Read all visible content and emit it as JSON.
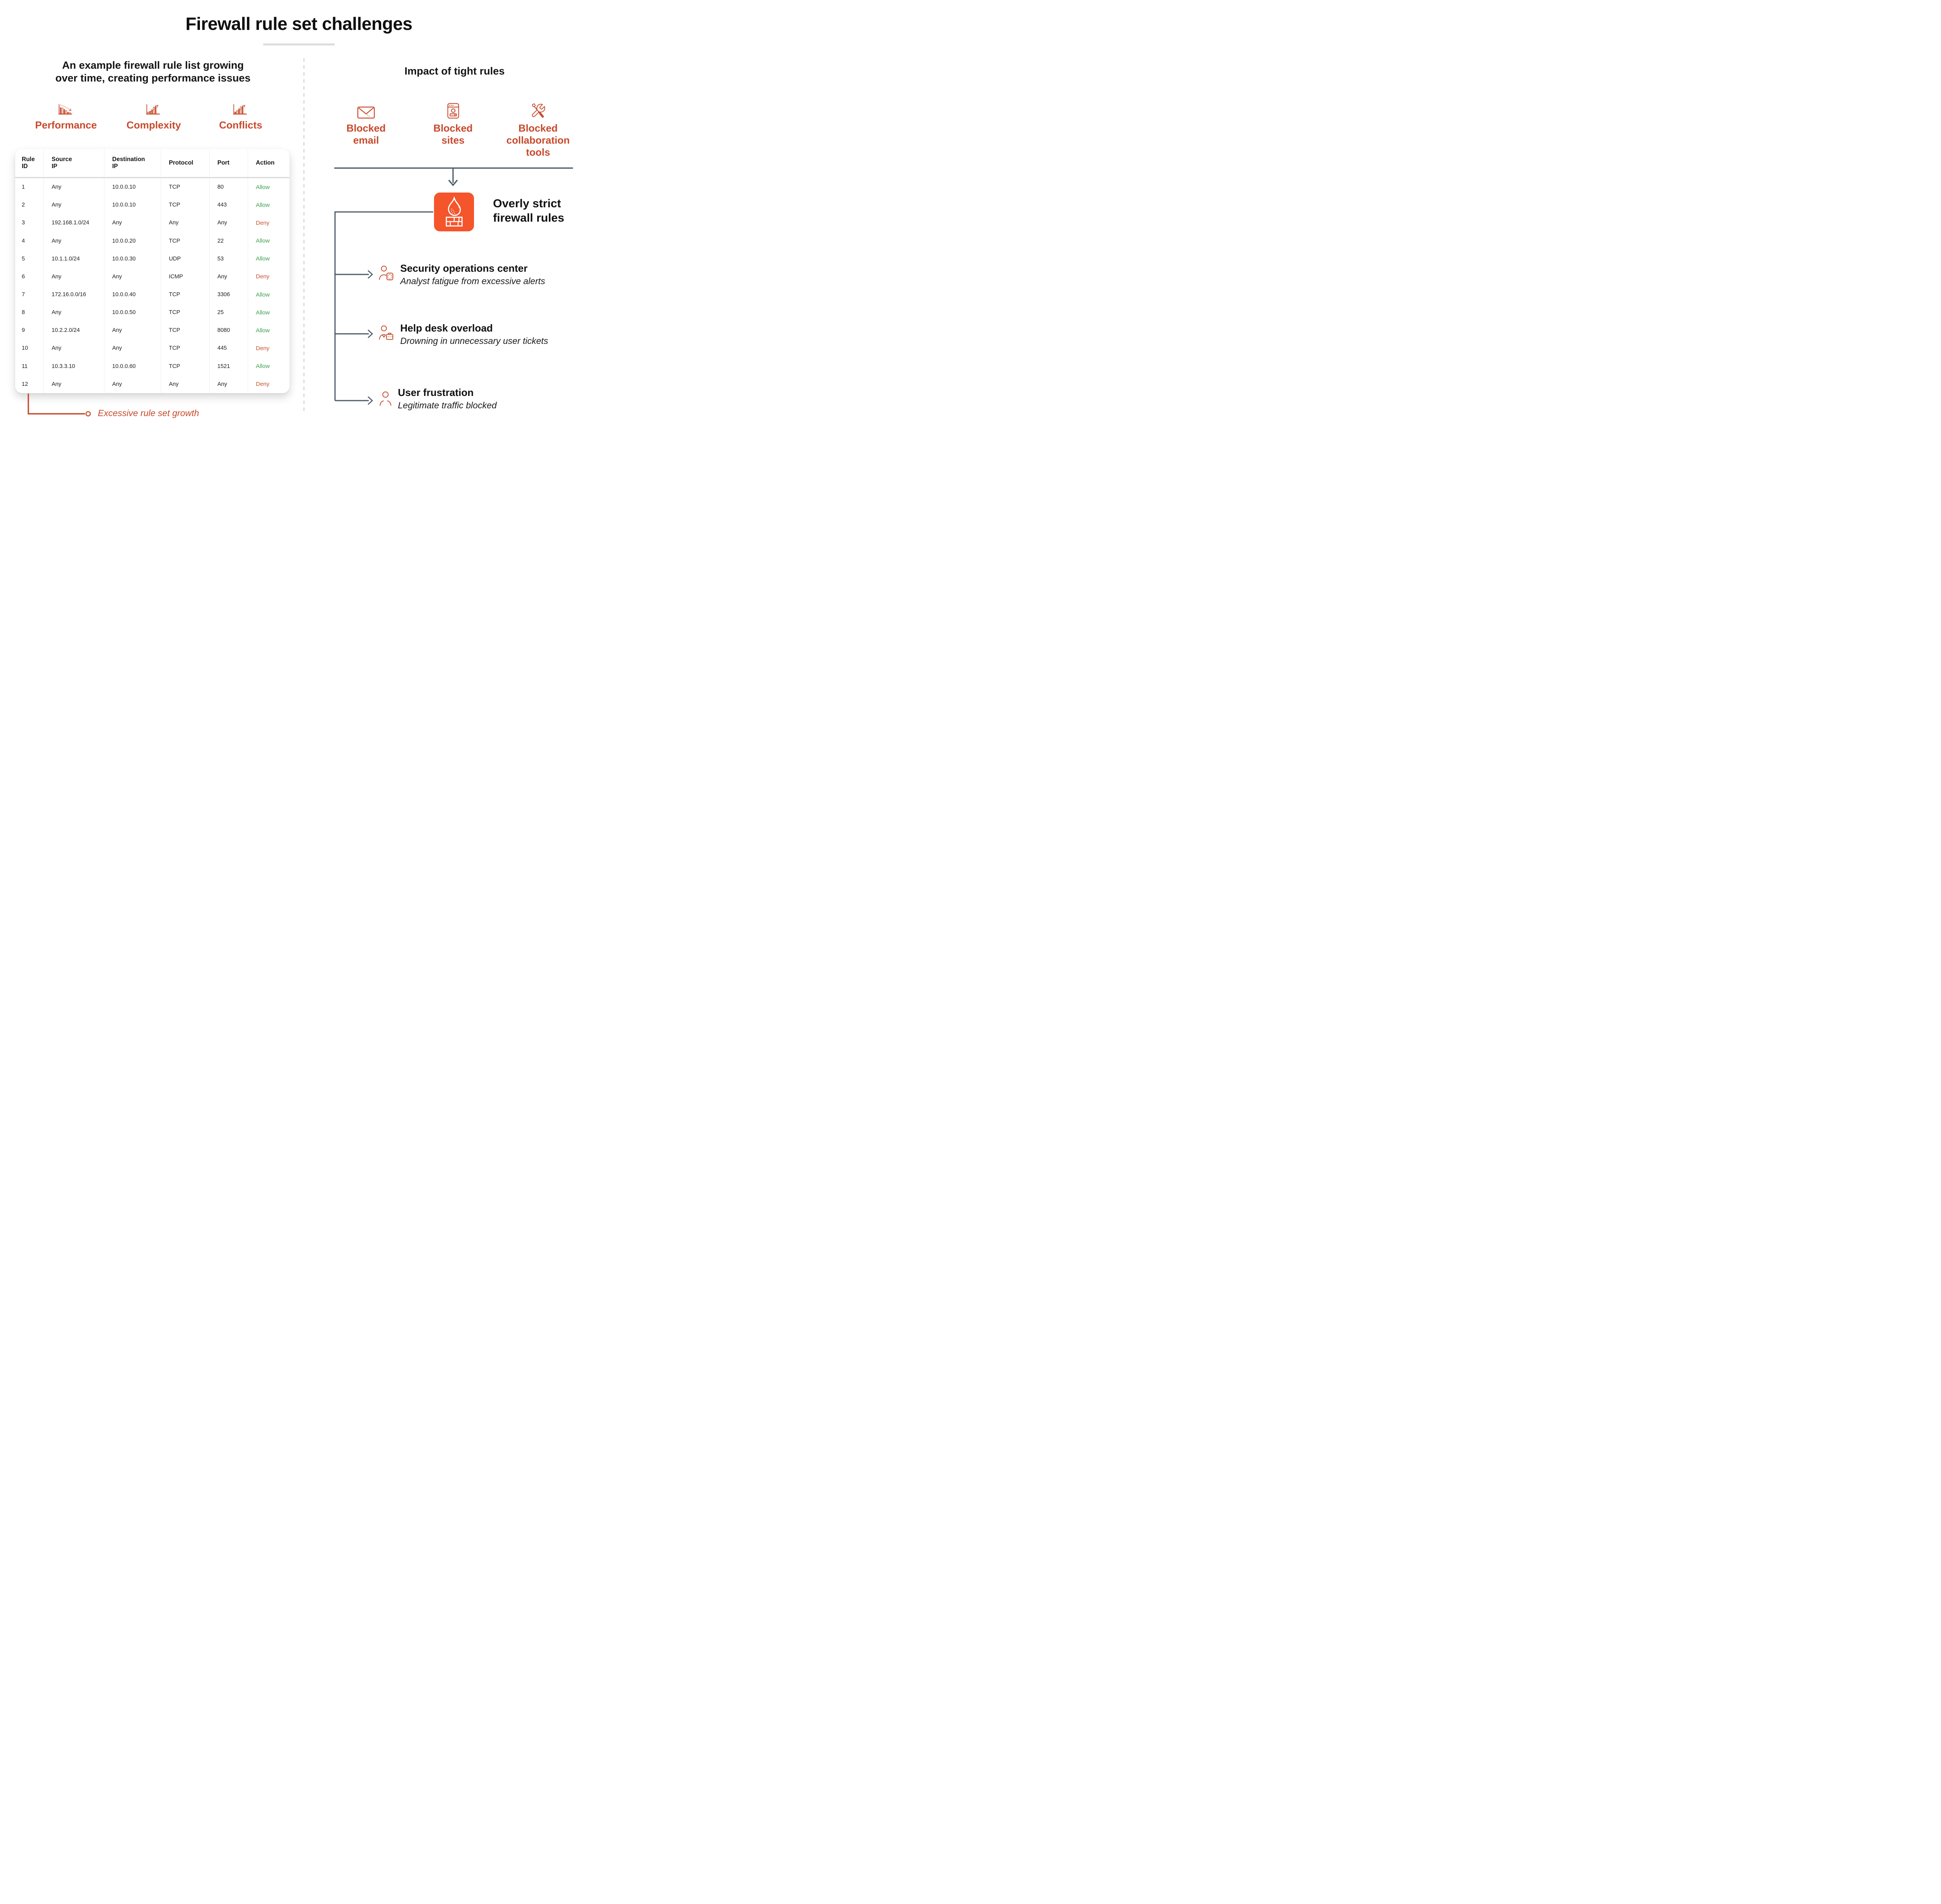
{
  "title": "Firewall rule set challenges",
  "left_panel": {
    "subtitle": "An example firewall rule list growing over time, creating performance issues",
    "metrics": [
      {
        "label": "Performance",
        "icon": "declining-bar-chart-icon"
      },
      {
        "label": "Complexity",
        "icon": "rising-bar-chart-icon"
      },
      {
        "label": "Conflicts",
        "icon": "rising-bar-chart-icon"
      }
    ],
    "table": {
      "columns": [
        {
          "lines": [
            "Rule",
            "ID"
          ]
        },
        {
          "lines": [
            "Source",
            "IP"
          ]
        },
        {
          "lines": [
            "Destination",
            "IP"
          ]
        },
        {
          "lines": [
            "Protocol"
          ]
        },
        {
          "lines": [
            "Port"
          ]
        },
        {
          "lines": [
            "Action"
          ]
        }
      ],
      "rows": [
        {
          "id": "1",
          "source": "Any",
          "destination": "10.0.0.10",
          "protocol": "TCP",
          "port": "80",
          "action": "Allow"
        },
        {
          "id": "2",
          "source": "Any",
          "destination": "10.0.0.10",
          "protocol": "TCP",
          "port": "443",
          "action": "Allow"
        },
        {
          "id": "3",
          "source": "192.168.1.0/24",
          "destination": "Any",
          "protocol": "Any",
          "port": "Any",
          "action": "Deny"
        },
        {
          "id": "4",
          "source": "Any",
          "destination": "10.0.0.20",
          "protocol": "TCP",
          "port": "22",
          "action": "Allow"
        },
        {
          "id": "5",
          "source": "10.1.1.0/24",
          "destination": "10.0.0.30",
          "protocol": "UDP",
          "port": "53",
          "action": "Allow"
        },
        {
          "id": "6",
          "source": "Any",
          "destination": "Any",
          "protocol": "ICMP",
          "port": "Any",
          "action": "Deny"
        },
        {
          "id": "7",
          "source": "172.16.0.0/16",
          "destination": "10.0.0.40",
          "protocol": "TCP",
          "port": "3306",
          "action": "Allow"
        },
        {
          "id": "8",
          "source": "Any",
          "destination": "10.0.0.50",
          "protocol": "TCP",
          "port": "25",
          "action": "Allow"
        },
        {
          "id": "9",
          "source": "10.2.2.0/24",
          "destination": "Any",
          "protocol": "TCP",
          "port": "8080",
          "action": "Allow"
        },
        {
          "id": "10",
          "source": "Any",
          "destination": "Any",
          "protocol": "TCP",
          "port": "445",
          "action": "Deny"
        },
        {
          "id": "11",
          "source": "10.3.3.10",
          "destination": "10.0.0.60",
          "protocol": "TCP",
          "port": "1521",
          "action": "Allow"
        },
        {
          "id": "12",
          "source": "Any",
          "destination": "Any",
          "protocol": "Any",
          "port": "Any",
          "action": "Deny"
        }
      ]
    },
    "callout": "Excessive rule set growth"
  },
  "right_panel": {
    "header": "Impact of tight rules",
    "blocked_items": [
      {
        "lines": [
          "Blocked",
          "email"
        ],
        "icon": "email-icon"
      },
      {
        "lines": [
          "Blocked",
          "sites"
        ],
        "icon": "browser-icon"
      },
      {
        "lines": [
          "Blocked",
          "collaboration",
          "tools"
        ],
        "icon": "crossed-tools-icon"
      }
    ],
    "cause": {
      "title": "Overly strict firewall rules",
      "icon": "firewall-icon"
    },
    "impacts": [
      {
        "title": "Security operations center",
        "description": "Analyst fatigue from excessive alerts",
        "icon": "analyst-shield-icon"
      },
      {
        "title": "Help desk overload",
        "description": "Drowning in unnecessary user tickets",
        "icon": "support-agent-icon"
      },
      {
        "title": "User frustration",
        "description": "Legitimate traffic blocked",
        "icon": "user-icon"
      }
    ]
  },
  "colors": {
    "accent_orange": "#C74A2B",
    "firewall_box_orange": "#F4552B",
    "allow_green": "#3FA052",
    "deny_red": "#C8502E",
    "connector_slate": "#4A5A66",
    "divider_gray": "#C7C7C7"
  }
}
